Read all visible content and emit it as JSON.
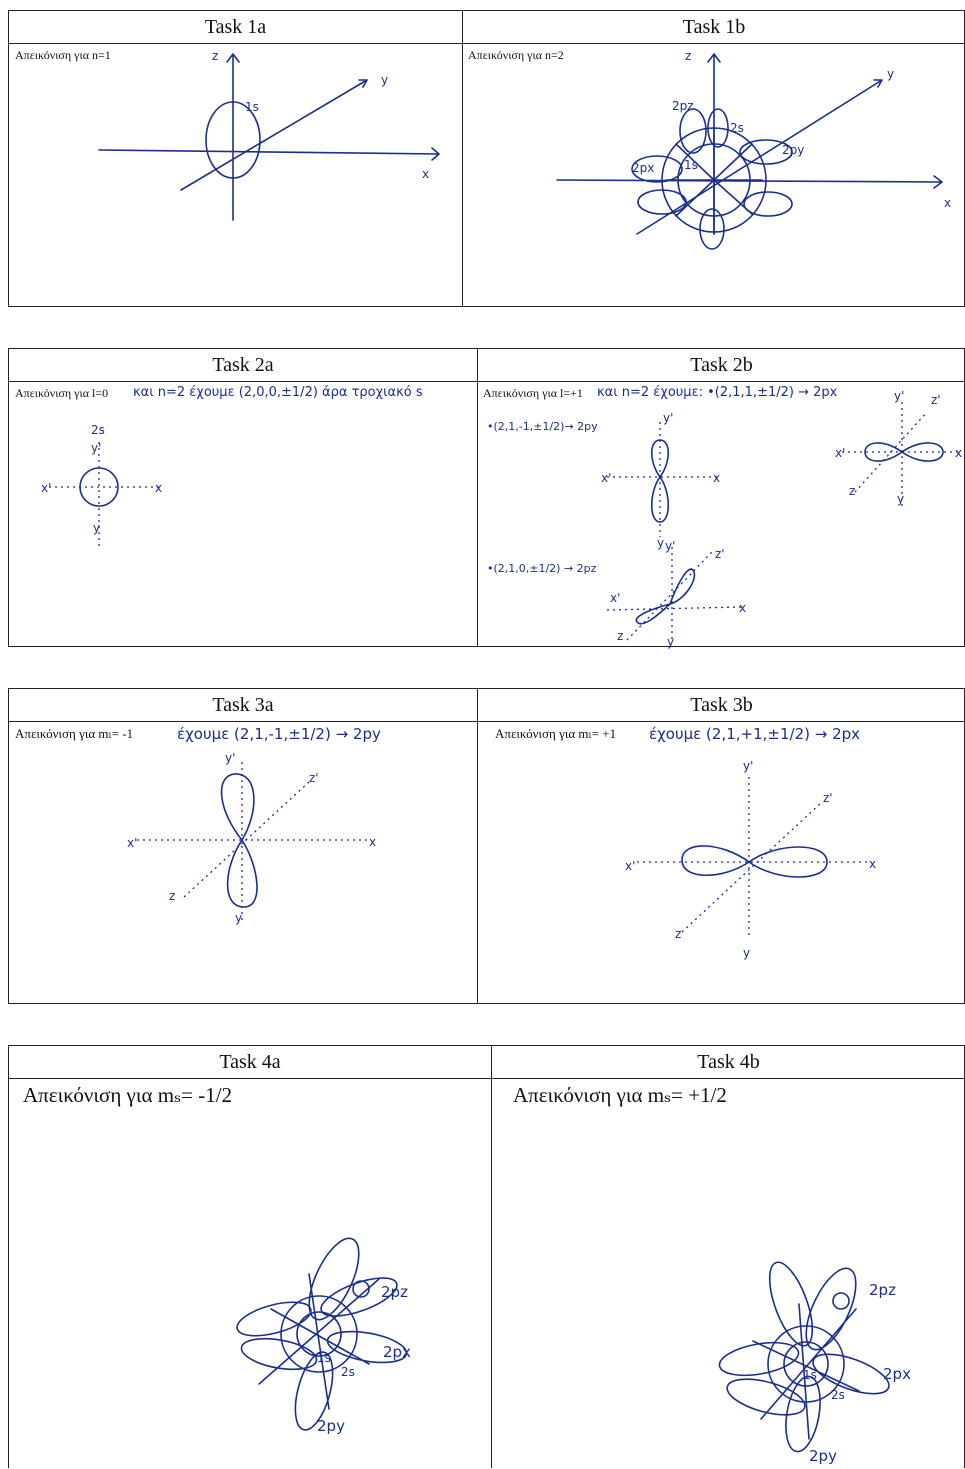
{
  "tables": [
    {
      "left": {
        "header": "Task 1a",
        "label": "Απεικόνιση για n=1",
        "annotation": ""
      },
      "right": {
        "header": "Task 1b",
        "label": "Απεικόνιση για n=2",
        "annotation": ""
      }
    },
    {
      "left": {
        "header": "Task 2a",
        "label": "Απεικόνιση για l=0",
        "annotation": "και n=2 έχουμε (2,0,0,±1/2) άρα τροχιακό s"
      },
      "right": {
        "header": "Task 2b",
        "label": "Απεικόνιση για l=+1",
        "annotation": "και n=2 έχουμε: •(2,1,1,±1/2) → 2px"
      }
    },
    {
      "left": {
        "header": "Task 3a",
        "label": "Απεικόνιση για mₗ= -1",
        "annotation": "έχουμε (2,1,-1,±1/2) → 2py"
      },
      "right": {
        "header": "Task 3b",
        "label": "Απεικόνιση για mₗ= +1",
        "annotation": "έχουμε (2,1,+1,±1/2) → 2px"
      }
    },
    {
      "left": {
        "header": "Task 4a",
        "label": "Απεικόνιση για mₛ= -1/2",
        "annotation": ""
      },
      "right": {
        "header": "Task 4b",
        "label": "Απεικόνιση για mₛ= +1/2",
        "annotation": ""
      }
    }
  ],
  "sketch_labels": {
    "x": "x",
    "y": "y",
    "z": "z",
    "x_prime": "x'",
    "y_prime": "y'",
    "z_prime": "z'",
    "s1": "1s",
    "s2": "2s",
    "px": "2px",
    "py": "2py",
    "pz": "2pz",
    "line_py": "•(2,1,-1,±1/2)→ 2py",
    "line_pz": "•(2,1,0,±1/2) → 2pz"
  },
  "colors": {
    "ink": "#1c2f8c",
    "border": "#222222"
  }
}
